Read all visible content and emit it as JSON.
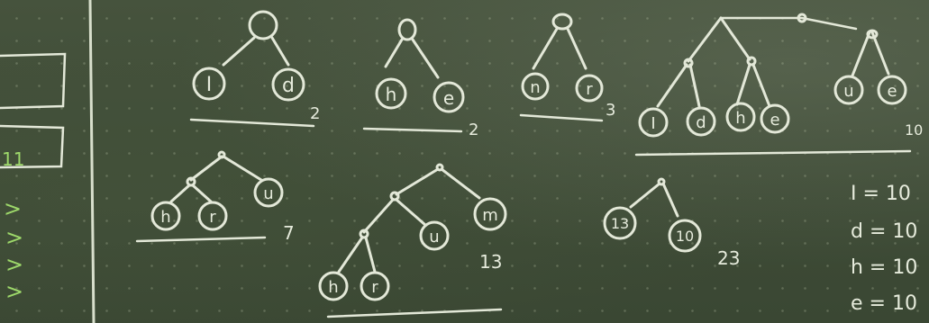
{
  "trees": [
    {
      "leaves": [
        "I",
        "d"
      ],
      "weight": "2"
    },
    {
      "leaves": [
        "h",
        "e"
      ],
      "weight": "2"
    },
    {
      "leaves": [
        "n",
        "r"
      ],
      "weight": "3"
    },
    {
      "leaves": [
        "I",
        "d",
        "h",
        "e",
        "u",
        "e"
      ],
      "weight": "10"
    },
    {
      "leaves": [
        "h",
        "r",
        "u"
      ],
      "weight": "7"
    },
    {
      "leaves": [
        "h",
        "r",
        "u",
        "m"
      ],
      "weight": "13"
    },
    {
      "leaves": [
        "13",
        "10"
      ],
      "weight": "23"
    }
  ],
  "left_margin": {
    "count": "11",
    "marks": [
      ">",
      ">",
      ">",
      ">"
    ]
  },
  "codes": [
    {
      "text": "I = 10"
    },
    {
      "text": "d = 10"
    },
    {
      "text": "h = 10"
    },
    {
      "text": "e = 10"
    }
  ]
}
